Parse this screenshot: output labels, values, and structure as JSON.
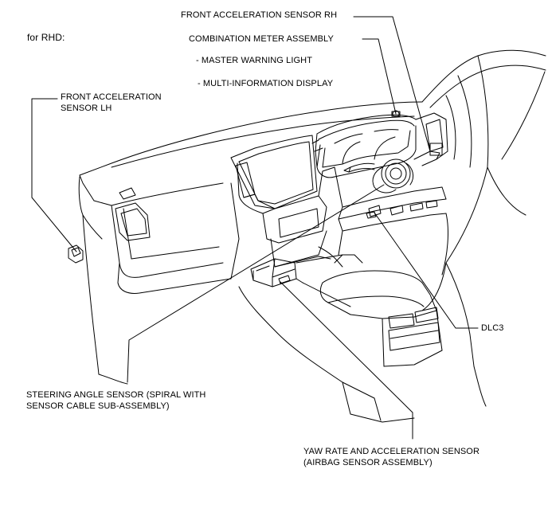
{
  "variant_label": "for RHD:",
  "labels": {
    "front_accel_rh": "FRONT ACCELERATION SENSOR RH",
    "combination_meter": "COMBINATION METER ASSEMBLY",
    "master_warning": "- MASTER WARNING LIGHT",
    "multi_info": "- MULTI-INFORMATION DISPLAY",
    "front_accel_lh": [
      "FRONT ACCELERATION",
      "SENSOR LH"
    ],
    "dlc3": "DLC3",
    "steering_angle": [
      "STEERING ANGLE SENSOR (SPIRAL WITH",
      "SENSOR CABLE SUB-ASSEMBLY)"
    ],
    "yaw_rate": [
      "YAW RATE AND ACCELERATION SENSOR",
      "(AIRBAG SENSOR ASSEMBLY)"
    ]
  },
  "colors": {
    "line": "#000000",
    "background": "#ffffff"
  }
}
